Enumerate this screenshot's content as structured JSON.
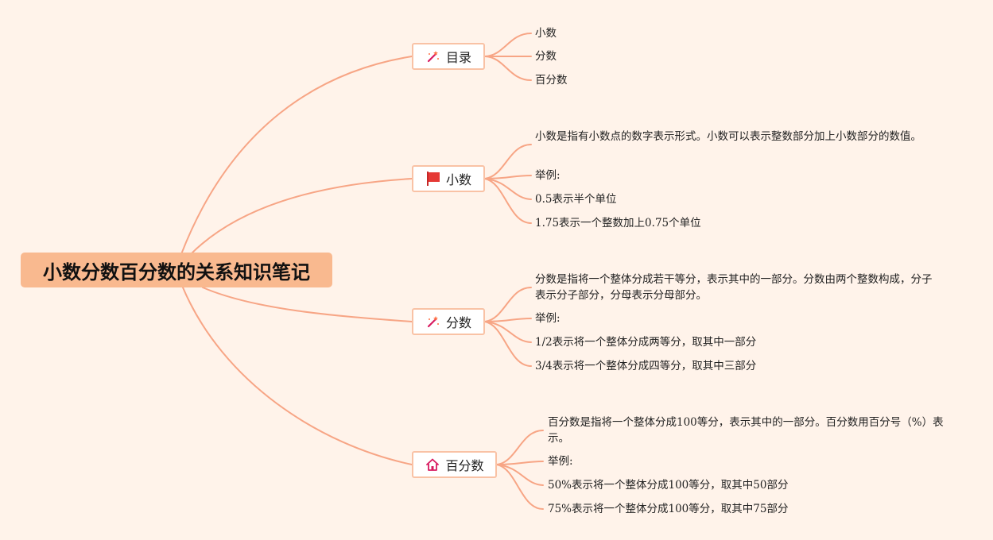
{
  "root": {
    "title": "小数分数百分数的关系知识笔记"
  },
  "branches": {
    "toc": {
      "label": "目录",
      "icon": "magic-wand-icon",
      "items": [
        "小数",
        "分数",
        "百分数"
      ]
    },
    "decimal": {
      "label": "小数",
      "icon": "red-flag-icon",
      "definition": "小数是指有小数点的数字表示形式。小数可以表示整数部分加上小数部分的数值。",
      "example_label": "举例:",
      "examples": [
        "0.5表示半个单位",
        "1.75表示一个整数加上0.75个单位"
      ]
    },
    "fraction": {
      "label": "分数",
      "icon": "magic-wand-icon",
      "definition": "分数是指将一个整体分成若干等分，表示其中的一部分。分数由两个整数构成，分子表示分子部分，分母表示分母部分。",
      "example_label": "举例:",
      "examples": [
        "1/2表示将一个整体分成两等分，取其中一部分",
        "3/4表示将一个整体分成四等分，取其中三部分"
      ]
    },
    "percent": {
      "label": "百分数",
      "icon": "house-icon",
      "definition": "百分数是指将一个整体分成100等分，表示其中的一部分。百分数用百分号（%）表示。",
      "example_label": "举例:",
      "examples": [
        "50%表示将一个整体分成100等分，取其中50部分",
        "75%表示将一个整体分成100等分，取其中75部分"
      ]
    }
  },
  "colors": {
    "background": "#fff3ea",
    "root_fill": "#f9b98f",
    "connector": "#f7a585",
    "node_border": "#f9c2a5"
  }
}
